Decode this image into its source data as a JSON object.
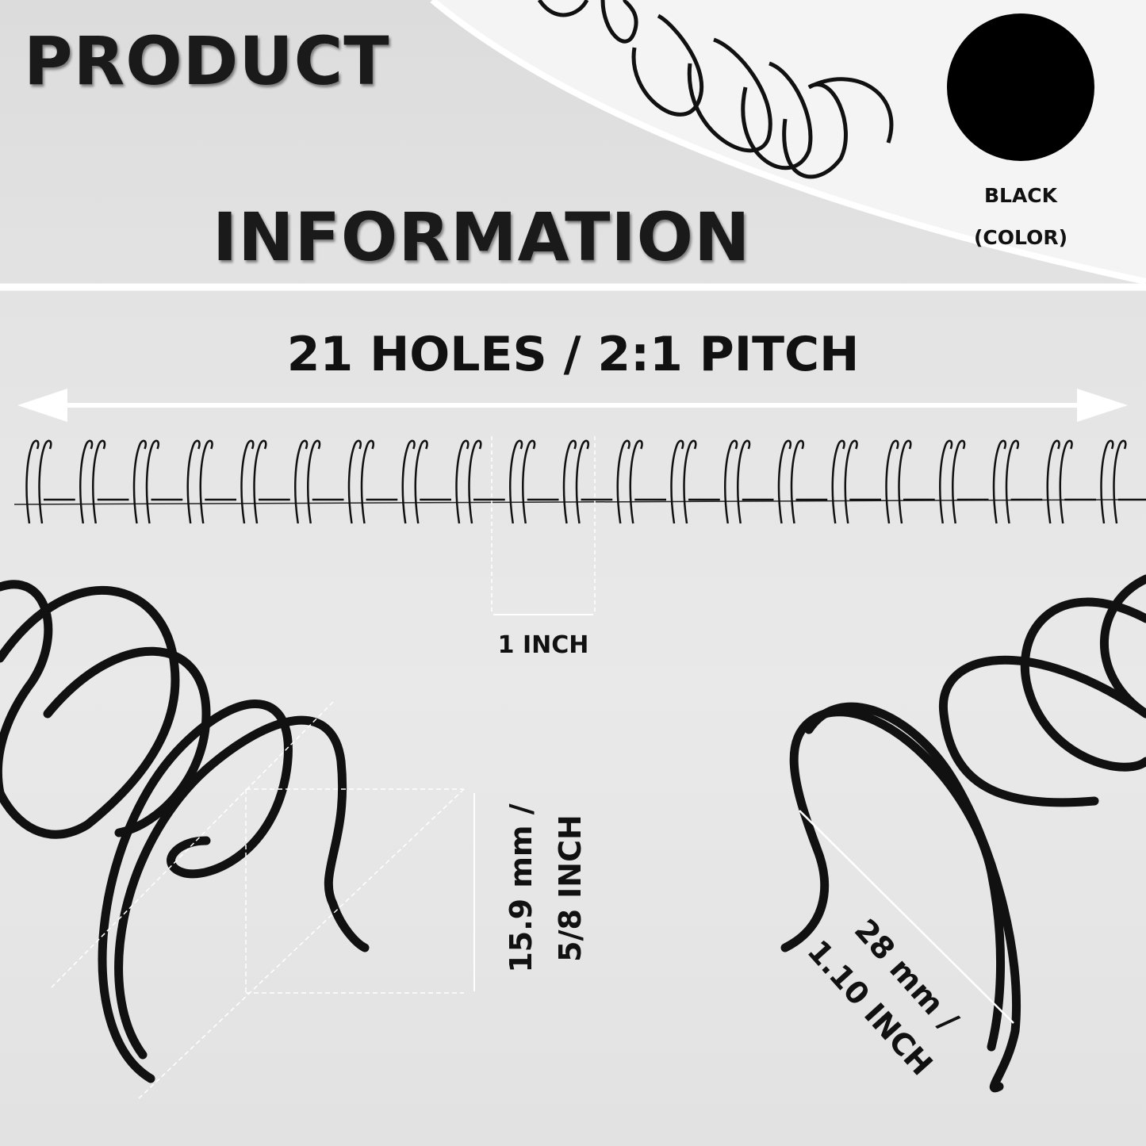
{
  "header": {
    "title_line1": "PRODUCT",
    "title_line2": "INFORMATION"
  },
  "color_swatch": {
    "color": "#000000",
    "label_line1": "BLACK",
    "label_line2": "(COLOR)"
  },
  "specs": {
    "holes_pitch": "21 HOLES / 2:1 PITCH",
    "pitch_length": "1 INCH",
    "diameter_line1": "15.9 mm /",
    "diameter_line2": "5/8 INCH",
    "capacity_line1": "28 mm /",
    "capacity_line2": "1.10 INCH"
  },
  "loop_count": 21
}
